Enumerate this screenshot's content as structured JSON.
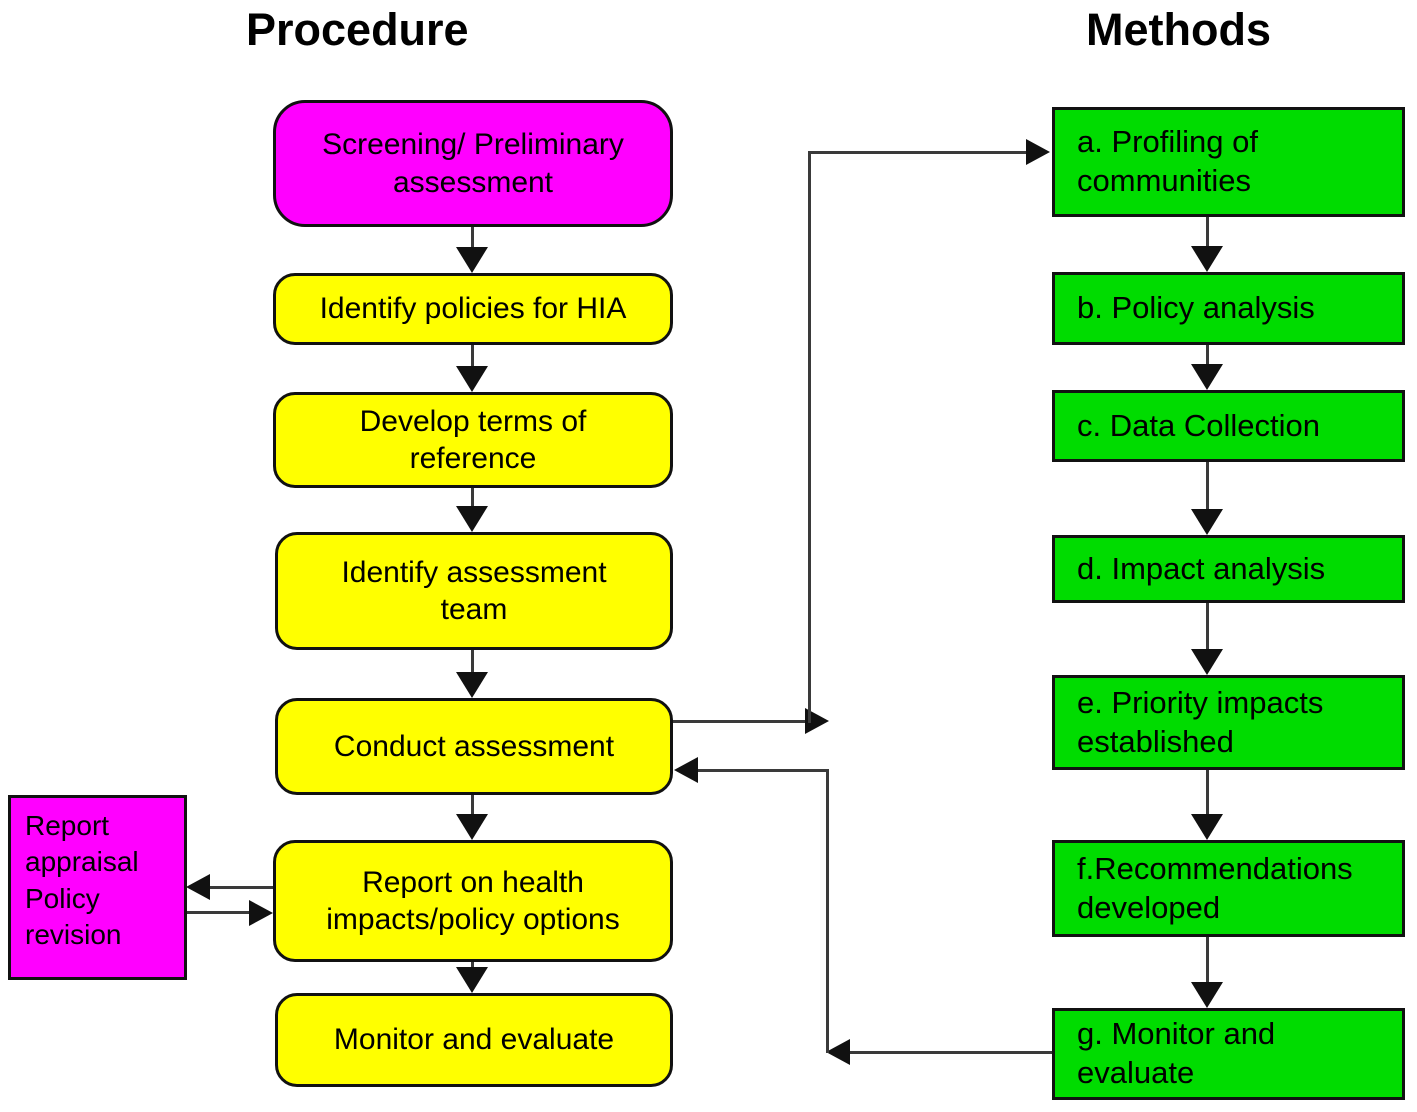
{
  "diagram": {
    "titles": {
      "procedure": "Procedure",
      "methods": "Methods"
    },
    "procedure_steps": [
      {
        "label": "Screening/ Preliminary\nassessment",
        "color": "magenta"
      },
      {
        "label": "Identify policies for HIA",
        "color": "yellow"
      },
      {
        "label": "Develop terms of\nreference",
        "color": "yellow"
      },
      {
        "label": "Identify assessment\nteam",
        "color": "yellow"
      },
      {
        "label": "Conduct assessment",
        "color": "yellow"
      },
      {
        "label": "Report on health\nimpacts/policy options",
        "color": "yellow"
      },
      {
        "label": "Monitor and evaluate",
        "color": "yellow"
      }
    ],
    "feedback_box": {
      "label": "Report\nappraisal\nPolicy\nrevision",
      "color": "magenta"
    },
    "method_steps": [
      {
        "label": "a. Profiling of\ncommunities"
      },
      {
        "label": "b. Policy analysis"
      },
      {
        "label": "c. Data Collection"
      },
      {
        "label": "d. Impact analysis"
      },
      {
        "label": "e. Priority impacts\nestablished"
      },
      {
        "label": "f.Recommendations\ndeveloped"
      },
      {
        "label": "g. Monitor and\nevaluate"
      }
    ],
    "colors": {
      "magenta": "#ff00ff",
      "yellow": "#ffff00",
      "green": "#00dc00",
      "line": "#3a3a3a",
      "arrowhead": "#111111",
      "text": "#000000"
    }
  }
}
